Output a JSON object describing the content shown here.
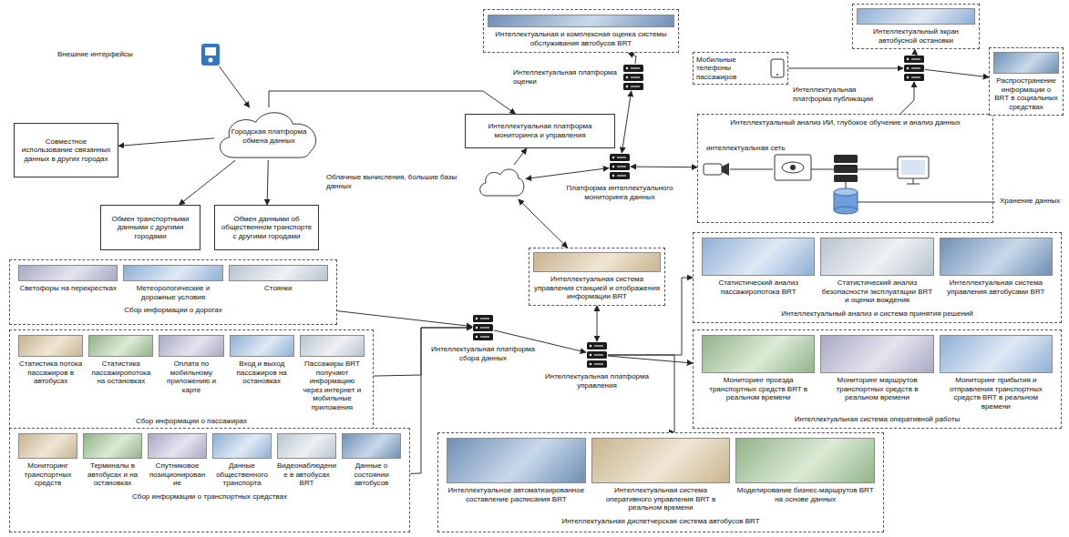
{
  "diagram": {
    "nodes": [
      {
        "text": [
          "Внешние интерфейсы"
        ]
      },
      {
        "text": [
          "Городская платформа обмена данных"
        ]
      },
      {
        "text": [
          "Совместное использование связанных данных в других городах"
        ]
      },
      {
        "text": [
          "Обмен транспортными данными с другими городами"
        ]
      },
      {
        "text": [
          "Обмен данными об общественном транспорте с другими городами"
        ]
      },
      {
        "text": [
          "Интеллектуальная платформа мониторинга и управления"
        ]
      },
      {
        "text": [
          "Облачные вычисления, большие базы данных"
        ]
      },
      {
        "text": [
          "Интеллектуальная платформа оценки"
        ]
      },
      {
        "text": [
          "Интеллектуальная и комплексная оценка системы обслуживания автобусов BRT"
        ]
      },
      {
        "text": [
          "Интеллектуальный анализ ИИ, глубокое обучение и анализ данных"
        ]
      },
      {
        "text": [
          "Платформа интеллектуального мониторинга данных"
        ]
      },
      {
        "text": [
          "Интеллектуальная платформа публикации"
        ]
      },
      {
        "text": [
          "Интеллектуальный экран автобусной остановки"
        ]
      },
      {
        "text": [
          "Мобильные телефоны пассажиров"
        ]
      },
      {
        "text": [
          "Распространение информации о BRT в социальных средствах"
        ]
      },
      {
        "text": [
          "Интеллектуальная система управления станцией и отображения информации BRT"
        ]
      },
      {
        "text": [
          "Сбор информации о дорогах"
        ]
      },
      {
        "text": [
          "Светофоры на перекрестках"
        ],
        "in": 16
      },
      {
        "text": [
          "Метеорологические и дорожные условия"
        ],
        "in": 16
      },
      {
        "text": [
          "Стоянки"
        ],
        "in": 16
      },
      {
        "text": [
          "Сбор информации о пассажирах"
        ]
      },
      {
        "text": [
          "Статистика потока пассажиров в автобусах"
        ],
        "in": 20
      },
      {
        "text": [
          "Статистика пассажиропотока на остановках"
        ],
        "in": 20
      },
      {
        "text": [
          "Оплата по мобильному приложению и карте"
        ],
        "in": 20
      },
      {
        "text": [
          "Вход и выход пассажиров на остановках"
        ],
        "in": 20
      },
      {
        "text": [
          "Пассажиры BRT получают информацию через интернет и мобильные приложения"
        ],
        "in": 20
      },
      {
        "text": [
          "Сбор информации о транспортных средствах"
        ]
      },
      {
        "text": [
          "Мониторинг транспортных средств"
        ],
        "in": 26
      },
      {
        "text": [
          "Терминалы в автобусах и на остановках"
        ],
        "in": 26
      },
      {
        "text": [
          "Спутниковое позиционирование"
        ],
        "in": 26
      },
      {
        "text": [
          "Данные общественного транспорта"
        ],
        "in": 26
      },
      {
        "text": [
          "Видеонаблюдение в автобусах BRT"
        ],
        "in": 26
      },
      {
        "text": [
          "Данные о состоянии автобусов"
        ],
        "in": 26
      },
      {
        "text": [
          "Интеллектуальная платформа сбора данных"
        ]
      },
      {
        "text": [
          "Интеллектуальная платформа управления"
        ]
      },
      {
        "text": [
          "Интеллектуальный анализ и система принятия решений"
        ]
      },
      {
        "text": [
          "Статистический анализ пассажиропотока BRT"
        ],
        "in": 35
      },
      {
        "text": [
          "Статистический анализ безопасности эксплуатации BRT и оценки вождения"
        ],
        "in": 35
      },
      {
        "text": [
          "Интеллектуальная система управления автобусами BRT"
        ],
        "in": 35
      },
      {
        "text": [
          "Интеллектуальная система оперативной работы"
        ]
      },
      {
        "text": [
          "Мониторинг проезда транспортных средств BRT в реальном времени"
        ],
        "in": 39
      },
      {
        "text": [
          "Мониторинг маршрутов транспортных средств в реальном времени"
        ],
        "in": 39
      },
      {
        "text": [
          "Мониторинг прибытия и отправления транспортных средств BRT в реальном времени"
        ],
        "in": 39
      },
      {
        "text": [
          "Интеллектуальная диспетчерская система автобусов BRT"
        ]
      },
      {
        "text": [
          "Интеллектуальное автоматизированное составление расписания BRT"
        ],
        "in": 43
      },
      {
        "text": [
          "Интеллектуальная система оперативного управления BRT в реальном времени"
        ],
        "in": 43
      },
      {
        "text": [
          "Моделирование бизнес-маршрутов BRT на основе данных"
        ],
        "in": 43
      }
    ],
    "edges": [
      {
        "from": 0,
        "to": 1,
        "arrow": "to"
      },
      {
        "from": 1,
        "to": 2,
        "arrow": "to"
      },
      {
        "from": 1,
        "to": 3,
        "arrow": "to"
      },
      {
        "from": 1,
        "to": 4,
        "arrow": "to"
      },
      {
        "from": 1,
        "to": 5,
        "arrow": "to"
      },
      {
        "from": 6,
        "to": 5,
        "arrow": "to"
      },
      {
        "from": 10,
        "to": 6,
        "arrow": "both"
      },
      {
        "from": 7,
        "to": 10,
        "arrow": "both"
      },
      {
        "from": 7,
        "to": 8,
        "arrow": "to"
      },
      {
        "from": 10,
        "to": 9,
        "arrow": "both"
      },
      {
        "from": 9,
        "to": 11,
        "arrow": "to"
      },
      {
        "from": 13,
        "to": 11,
        "arrow": "to"
      },
      {
        "from": 11,
        "to": 12,
        "arrow": "to"
      },
      {
        "from": 11,
        "to": 14,
        "arrow": "to"
      },
      {
        "from": 6,
        "to": 15,
        "arrow": "both"
      },
      {
        "from": 15,
        "to": 34,
        "arrow": "both"
      },
      {
        "from": 16,
        "to": 33,
        "arrow": "to"
      },
      {
        "from": 20,
        "to": 33,
        "arrow": "to"
      },
      {
        "from": 26,
        "to": 33,
        "arrow": "to"
      },
      {
        "from": 33,
        "to": 34,
        "arrow": "to"
      },
      {
        "from": 34,
        "to": 35,
        "arrow": "to"
      },
      {
        "from": 34,
        "to": 39,
        "arrow": "to"
      },
      {
        "from": 34,
        "to": 43,
        "arrow": "to"
      }
    ],
    "labels": [
      "интеллектуальная сеть",
      "Хранение данных"
    ]
  }
}
